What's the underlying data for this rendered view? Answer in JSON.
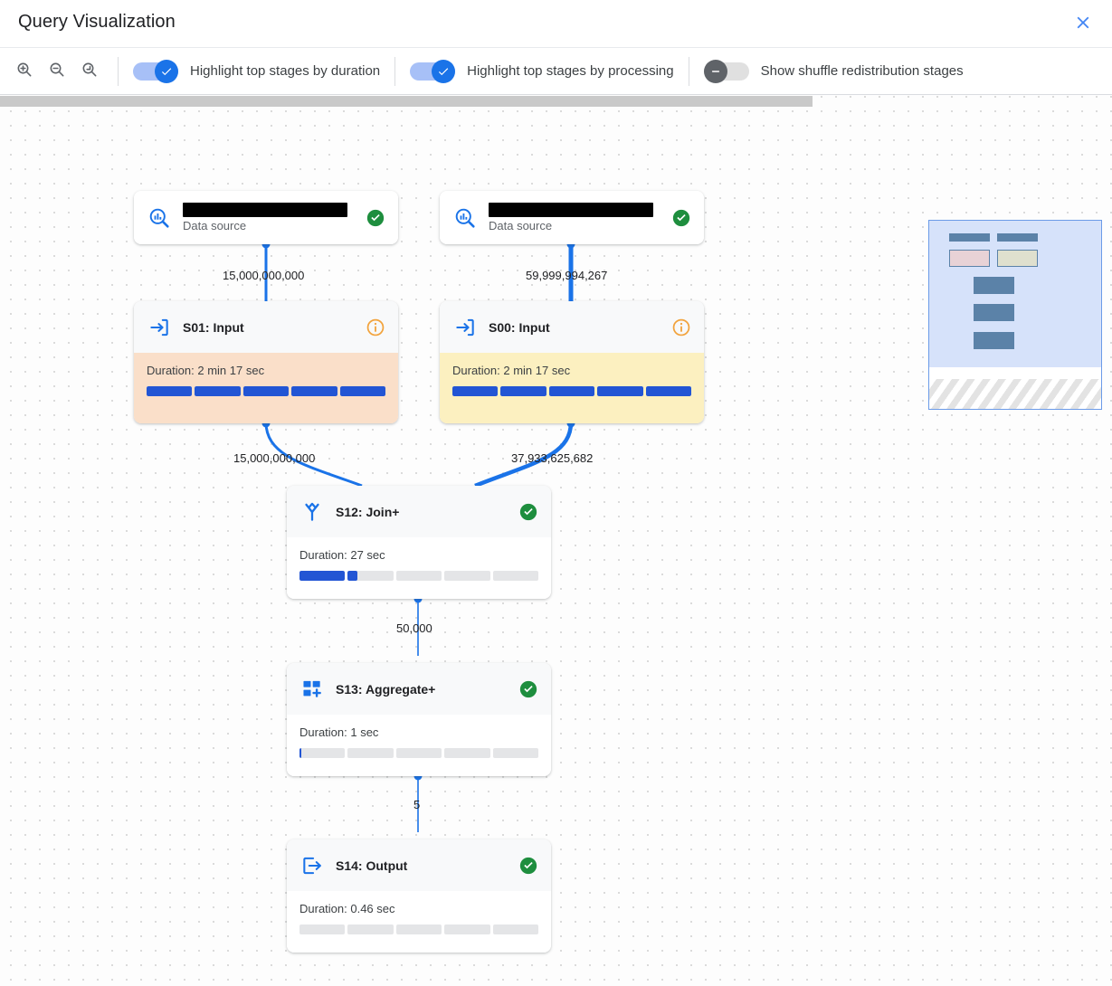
{
  "window": {
    "title": "Query Visualization",
    "close_label": "×",
    "close_icon": "close-icon"
  },
  "toolbar": {
    "zoom_in": {
      "label": "Zoom in",
      "icon": "zoom-in-icon"
    },
    "zoom_out": {
      "label": "Zoom out",
      "icon": "zoom-out-icon"
    },
    "zoom_reset": {
      "label": "Reset zoom",
      "icon": "zoom-reset-icon"
    },
    "toggles": [
      {
        "label": "Highlight top stages by duration",
        "state": "on",
        "icon": "check-icon"
      },
      {
        "label": "Highlight top stages by processing",
        "state": "on",
        "icon": "check-icon"
      },
      {
        "label": "Show shuffle redistribution stages",
        "state": "off",
        "icon": "minus-icon"
      }
    ]
  },
  "canvas": {
    "scrollbar": {
      "name": "horizontal-scrollbar"
    }
  },
  "graph": {
    "nodes": [
      {
        "id": "ds-left",
        "kind": "data-source",
        "icon": "data-source-search-icon",
        "redacted_label": "",
        "subtitle": "Data source",
        "status": "success",
        "status_icon": "check-circle-icon"
      },
      {
        "id": "ds-right",
        "kind": "data-source",
        "icon": "data-source-search-icon",
        "redacted_label": "",
        "subtitle": "Data source",
        "status": "success",
        "status_icon": "check-circle-icon"
      },
      {
        "id": "s01",
        "kind": "stage",
        "icon": "input-arrow-icon",
        "title": "S01: Input",
        "status": "info",
        "status_icon": "info-circle-icon",
        "duration": "Duration: 2 min 17 sec",
        "progress": 100,
        "highlight": "orange"
      },
      {
        "id": "s00",
        "kind": "stage",
        "icon": "input-arrow-icon",
        "title": "S00: Input",
        "status": "info",
        "status_icon": "info-circle-icon",
        "duration": "Duration: 2 min 17 sec",
        "progress": 100,
        "highlight": "yellow"
      },
      {
        "id": "s12",
        "kind": "stage",
        "icon": "join-merge-icon",
        "title": "S12: Join+",
        "status": "success",
        "status_icon": "check-circle-icon",
        "duration": "Duration: 27 sec",
        "progress": 24,
        "highlight": "none"
      },
      {
        "id": "s13",
        "kind": "stage",
        "icon": "aggregate-plus-icon",
        "title": "S13: Aggregate+",
        "status": "success",
        "status_icon": "check-circle-icon",
        "duration": "Duration: 1 sec",
        "progress": 1,
        "highlight": "none"
      },
      {
        "id": "s14",
        "kind": "stage",
        "icon": "output-arrow-icon",
        "title": "S14: Output",
        "status": "success",
        "status_icon": "check-circle-icon",
        "duration": "Duration: 0.46 sec",
        "progress": 0,
        "highlight": "none"
      }
    ],
    "edges": [
      {
        "from": "ds-left",
        "to": "s01",
        "label": "15,000,000,000"
      },
      {
        "from": "ds-right",
        "to": "s00",
        "label": "59,999,994,267"
      },
      {
        "from": "s01",
        "to": "s12",
        "label": "15,000,000,000"
      },
      {
        "from": "s00",
        "to": "s12",
        "label": "37,933,625,682"
      },
      {
        "from": "s12",
        "to": "s13",
        "label": "50,000"
      },
      {
        "from": "s13",
        "to": "s14",
        "label": "5"
      }
    ]
  },
  "colors": {
    "accent_blue": "#1a73e8",
    "edge_blue": "#1a73e8",
    "bar_blue": "#2255d4",
    "highlight_orange": "#fadfc9",
    "highlight_yellow": "#fcf0c0",
    "success_green": "#1e8e3e",
    "info_orange": "#f2a33c",
    "node_header": "#f8f9fa"
  },
  "minimap": {
    "name": "minimap"
  }
}
